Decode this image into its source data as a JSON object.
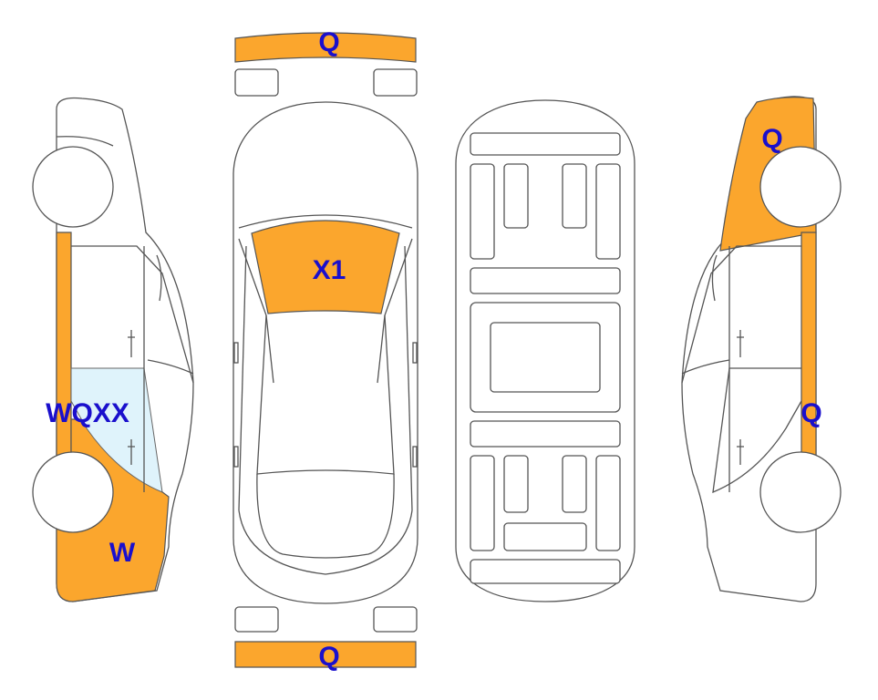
{
  "colors": {
    "damage": "#fba62d",
    "glass": "#dff3fb",
    "label": "#1a0fcc",
    "outline": "#555555"
  },
  "labels": {
    "front_bumper": "Q",
    "rear_bumper": "Q",
    "hood": "X1",
    "left_side": "WQXX",
    "left_rear": "W",
    "right_front": "Q",
    "right_rocker": "Q"
  }
}
